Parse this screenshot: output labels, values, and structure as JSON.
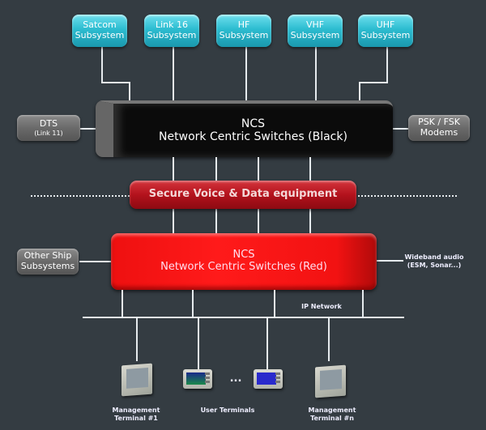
{
  "subsystems_top": [
    {
      "line1": "Satcom",
      "line2": "Subsystem"
    },
    {
      "line1": "Link 16",
      "line2": "Subsystem"
    },
    {
      "line1": "HF",
      "line2": "Subsystem"
    },
    {
      "line1": "VHF",
      "line2": "Subsystem"
    },
    {
      "line1": "UHF",
      "line2": "Subsystem"
    }
  ],
  "dts": {
    "line1": "DTS",
    "line2": "(Link 11)"
  },
  "psk": {
    "line1": "PSK / FSK",
    "line2": "Modems"
  },
  "ncs_black": {
    "line1": "NCS",
    "line2": "Network Centric Switches (Black)"
  },
  "secure": {
    "label": "Secure Voice & Data equipment"
  },
  "ncs_red": {
    "line1": "NCS",
    "line2": "Network Centric Switches (Red)"
  },
  "other_ship": {
    "line1": "Other Ship",
    "line2": "Subsystems"
  },
  "wideband": {
    "line1": "Wideband audio",
    "line2": "(ESM, Sonar...)"
  },
  "ip_network": "IP Network",
  "ellipsis": "...",
  "terminals": {
    "mgmt1": {
      "line1": "Management",
      "line2": "Terminal #1"
    },
    "user": "User Terminals",
    "mgmtn": {
      "line1": "Management",
      "line2": "Terminal #n"
    }
  },
  "colors": {
    "background": "#343c42",
    "subsystem": "#2cbcd0",
    "ncs_red": "#ff1a1a",
    "secure": "#b3121c",
    "ncs_black": "#0b0b0b"
  }
}
